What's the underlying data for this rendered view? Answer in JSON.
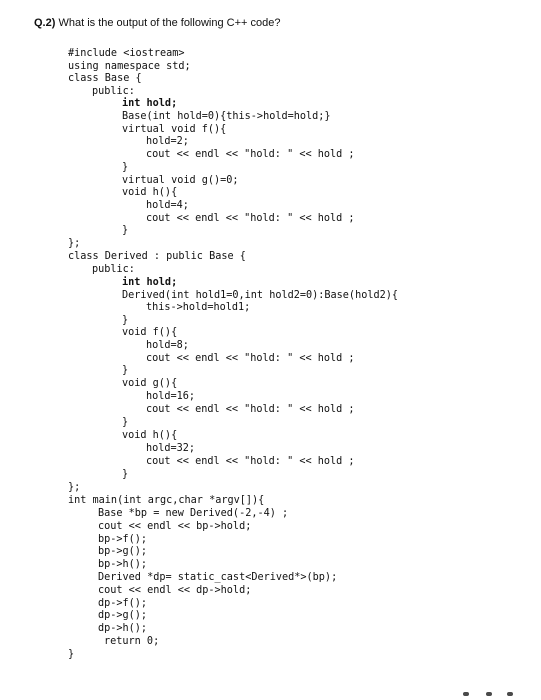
{
  "question": {
    "number": "Q.2)",
    "text": "What is the output of the following C++ code?"
  },
  "code_lines": [
    {
      "text": "#include <iostream>",
      "bold": false
    },
    {
      "text": "using namespace std;",
      "bold": false
    },
    {
      "text": "class Base {",
      "bold": false
    },
    {
      "text": "public:",
      "bold": false
    },
    {
      "text": "int hold;",
      "bold": true
    },
    {
      "text": "Base(int hold=0){this->hold=hold;}",
      "bold": false
    },
    {
      "text": "virtual void f(){",
      "bold": false
    },
    {
      "text": "hold=2;",
      "bold": false
    },
    {
      "text": "cout << endl << \"hold: \" << hold ;",
      "bold": false
    },
    {
      "text": "}",
      "bold": false
    },
    {
      "text": "virtual void g()=0;",
      "bold": false
    },
    {
      "text": "void h(){",
      "bold": false
    },
    {
      "text": "hold=4;",
      "bold": false
    },
    {
      "text": "cout << endl << \"hold: \" << hold ;",
      "bold": false
    },
    {
      "text": "}",
      "bold": false
    },
    {
      "text": "};",
      "bold": false
    },
    {
      "text": "class Derived : public Base {",
      "bold": false
    },
    {
      "text": "public:",
      "bold": false
    },
    {
      "text": "int hold;",
      "bold": true
    },
    {
      "text": "Derived(int hold1=0,int hold2=0):Base(hold2){",
      "bold": false
    },
    {
      "text": "this->hold=hold1;",
      "bold": false
    },
    {
      "text": "}",
      "bold": false
    },
    {
      "text": "void f(){",
      "bold": false
    },
    {
      "text": "hold=8;",
      "bold": false
    },
    {
      "text": "cout << endl << \"hold: \" << hold ;",
      "bold": false
    },
    {
      "text": "}",
      "bold": false
    },
    {
      "text": "void g(){",
      "bold": false
    },
    {
      "text": "hold=16;",
      "bold": false
    },
    {
      "text": "cout << endl << \"hold: \" << hold ;",
      "bold": false
    },
    {
      "text": "}",
      "bold": false
    },
    {
      "text": "void h(){",
      "bold": false
    },
    {
      "text": "hold=32;",
      "bold": false
    },
    {
      "text": "cout << endl << \"hold: \" << hold ;",
      "bold": false
    },
    {
      "text": "}",
      "bold": false
    },
    {
      "text": "};",
      "bold": false
    },
    {
      "text": "int main(int argc,char *argv[]){",
      "bold": false
    },
    {
      "text": "Base *bp = new Derived(-2,-4) ;",
      "bold": false
    },
    {
      "text": "cout << endl << bp->hold;",
      "bold": false
    },
    {
      "text": "bp->f();",
      "bold": false
    },
    {
      "text": "bp->g();",
      "bold": false
    },
    {
      "text": "bp->h();",
      "bold": false
    },
    {
      "text": "Derived *dp= static_cast<Derived*>(bp);",
      "bold": false
    },
    {
      "text": "cout << endl << dp->hold;",
      "bold": false
    },
    {
      "text": "dp->f();",
      "bold": false
    },
    {
      "text": "dp->g();",
      "bold": false
    },
    {
      "text": "dp->h();",
      "bold": false
    },
    {
      "text": "return 0;",
      "bold": false
    },
    {
      "text": "}",
      "bold": false
    }
  ]
}
